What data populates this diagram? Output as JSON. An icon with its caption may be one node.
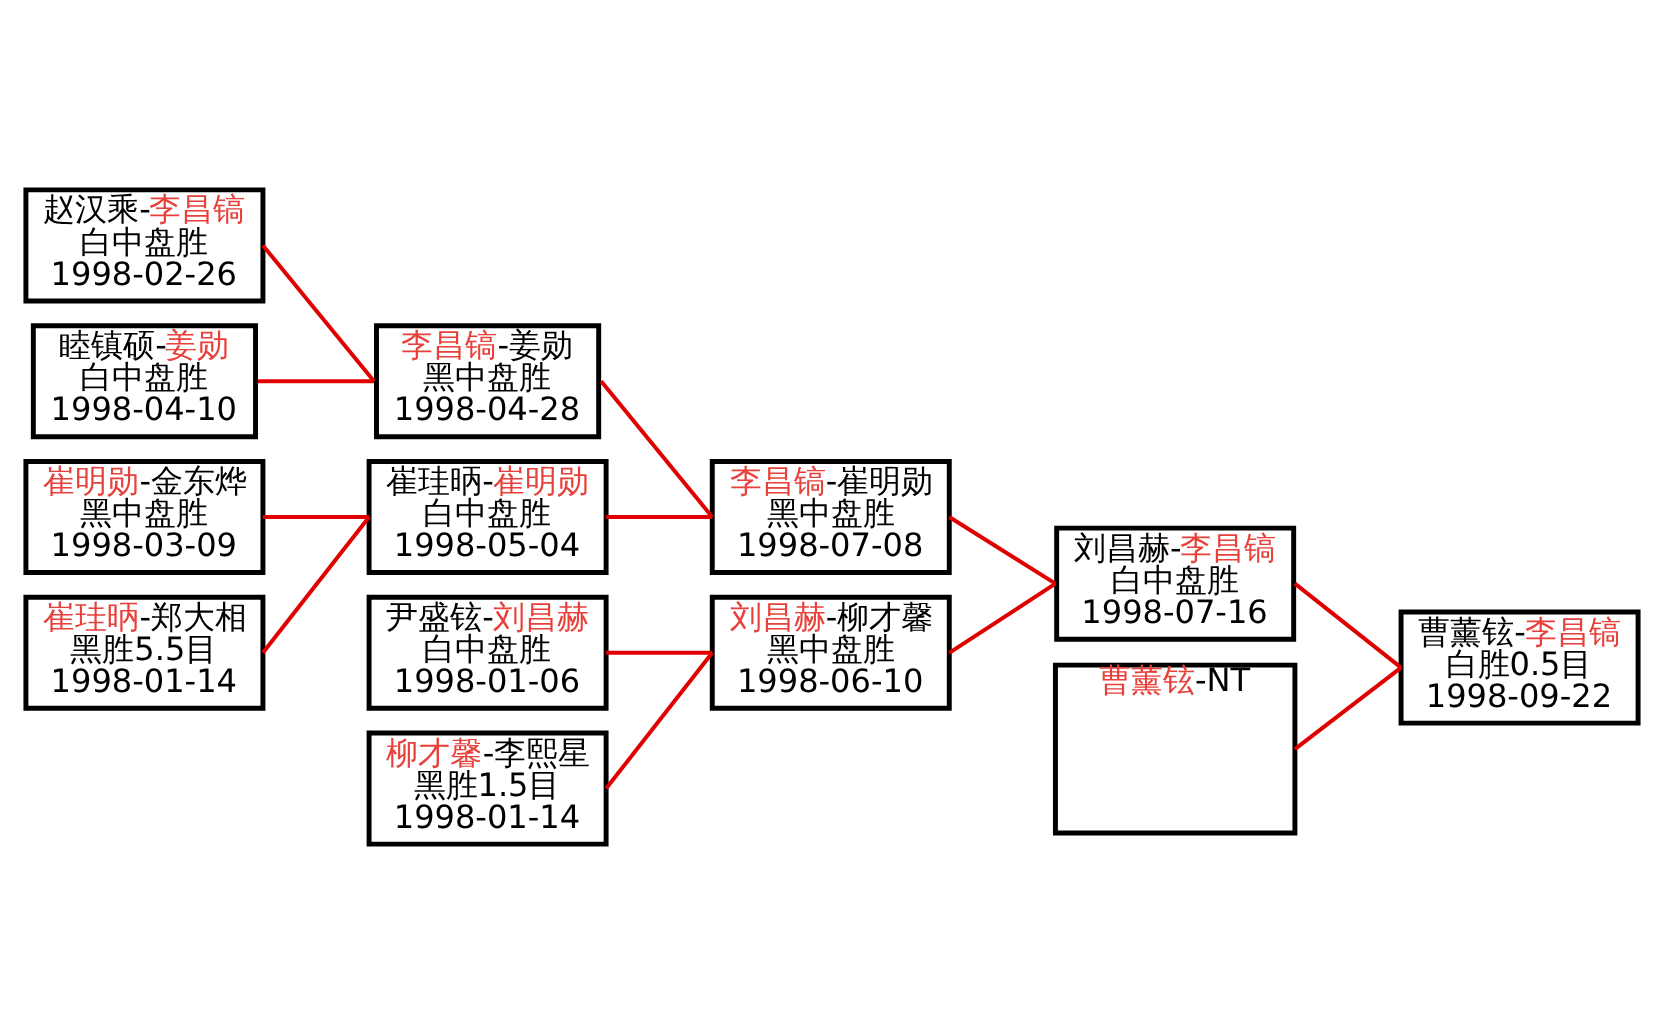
{
  "diagram": {
    "nodes": [
      {
        "text": [
          "赵汉乘-李昌镐",
          "白中盘胜",
          "1998-02-26"
        ]
      },
      {
        "text": [
          "睦镇硕-姜勋",
          "白中盘胜",
          "1998-04-10"
        ]
      },
      {
        "text": [
          "崔明勋-金东烨",
          "黑中盘胜",
          "1998-03-09"
        ]
      },
      {
        "text": [
          "崔珪昞-郑大相",
          "黑胜5.5目",
          "1998-01-14"
        ]
      },
      {
        "text": [
          "李昌镐-姜勋",
          "黑中盘胜",
          "1998-04-28"
        ]
      },
      {
        "text": [
          "崔珪昞-崔明勋",
          "白中盘胜",
          "1998-05-04"
        ]
      },
      {
        "text": [
          "尹盛铉-刘昌赫",
          "白中盘胜",
          "1998-01-06"
        ]
      },
      {
        "text": [
          "柳才馨-李熙星",
          "黑胜1.5目",
          "1998-01-14"
        ]
      },
      {
        "text": [
          "李昌镐-崔明勋",
          "黑中盘胜",
          "1998-07-08"
        ]
      },
      {
        "text": [
          "刘昌赫-柳才馨",
          "黑中盘胜",
          "1998-06-10"
        ]
      },
      {
        "text": [
          "刘昌赫-李昌镐",
          "白中盘胜",
          "1998-07-16"
        ]
      },
      {
        "text": [
          "曹薰铉-NT"
        ]
      },
      {
        "text": [
          "曹薰铉-李昌镐",
          "白胜0.5目",
          "1998-09-22"
        ]
      }
    ],
    "edges": [
      {
        "from": 0,
        "to": 4,
        "arrow": "none"
      },
      {
        "from": 1,
        "to": 4,
        "arrow": "none"
      },
      {
        "from": 2,
        "to": 5,
        "arrow": "none"
      },
      {
        "from": 3,
        "to": 5,
        "arrow": "none"
      },
      {
        "from": 4,
        "to": 8,
        "arrow": "none"
      },
      {
        "from": 5,
        "to": 8,
        "arrow": "none"
      },
      {
        "from": 6,
        "to": 9,
        "arrow": "none"
      },
      {
        "from": 7,
        "to": 9,
        "arrow": "none"
      },
      {
        "from": 8,
        "to": 10,
        "arrow": "none"
      },
      {
        "from": 9,
        "to": 10,
        "arrow": "none"
      },
      {
        "from": 10,
        "to": 12,
        "arrow": "none"
      },
      {
        "from": 11,
        "to": 12,
        "arrow": "none"
      }
    ]
  }
}
